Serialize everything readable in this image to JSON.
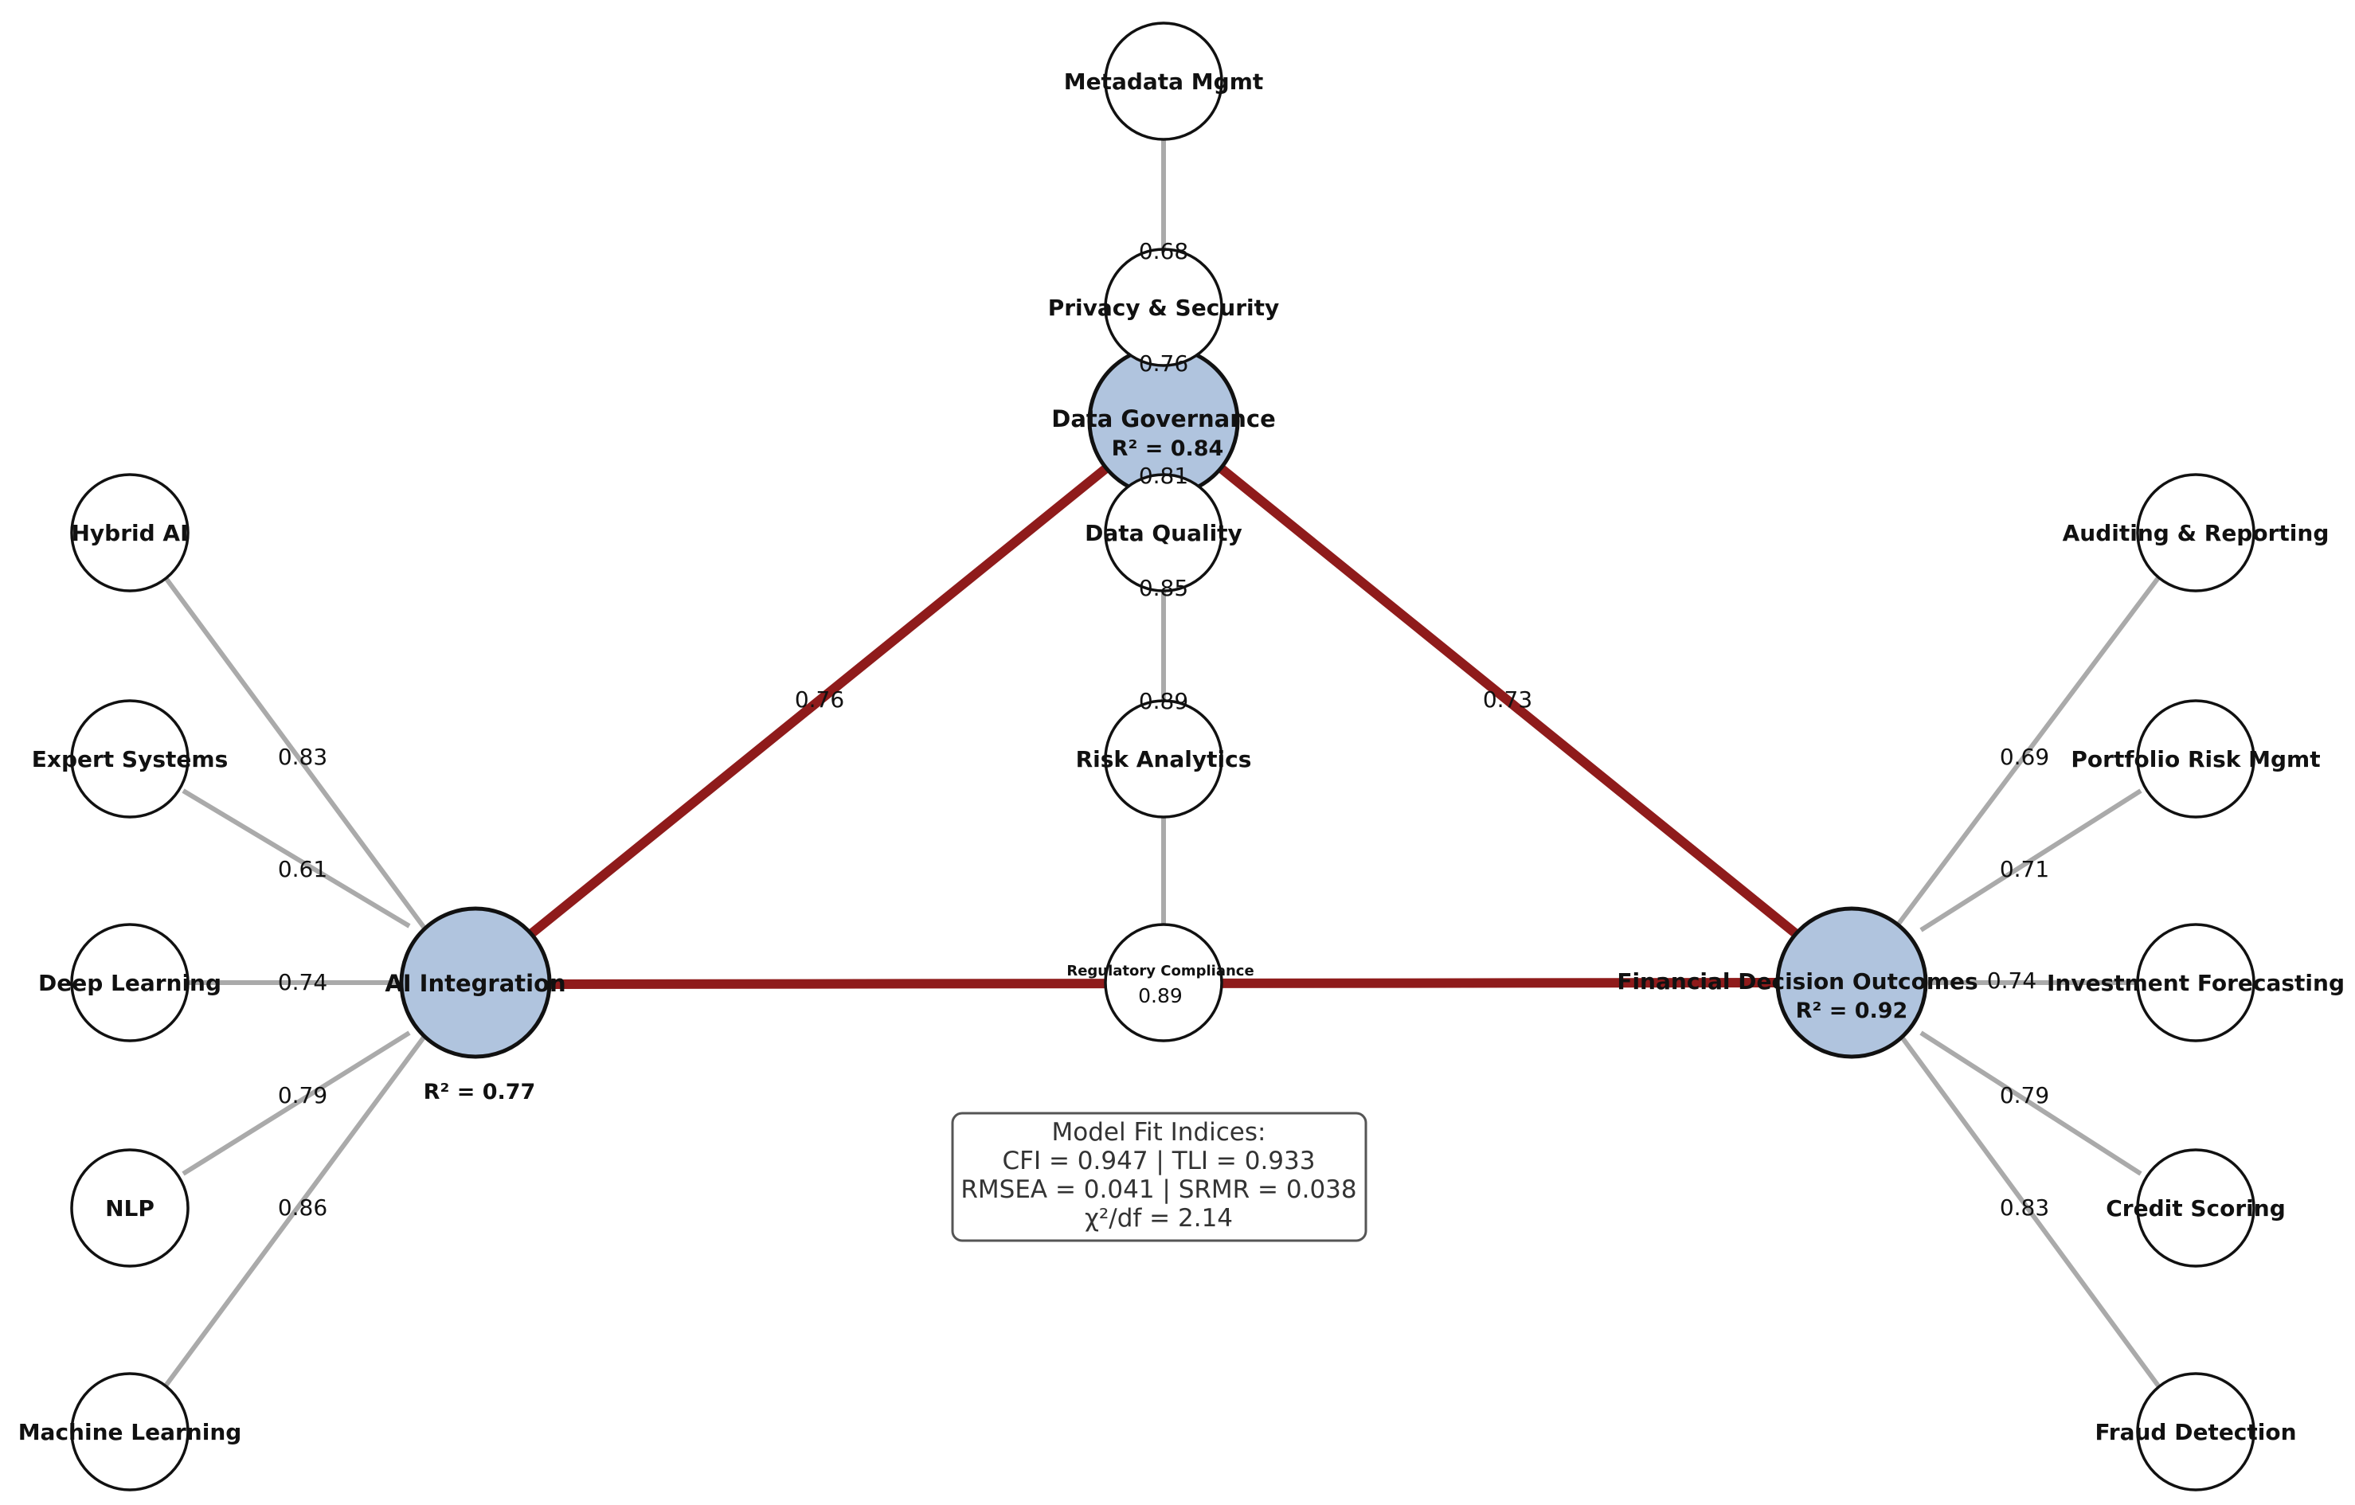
{
  "colors": {
    "structural_path": "#8f1b1b",
    "loading_line": "#aaaaaa",
    "latent_fill": "#b0c4de",
    "indicator_fill": "#ffffff",
    "outline": "#111111"
  },
  "latent": {
    "ai": {
      "name": "AI Integration",
      "r2": "R² = 0.77"
    },
    "dg": {
      "name": "Data Governance",
      "r2": "R² = 0.84"
    },
    "fdo": {
      "name": "Financial Decision Outcomes",
      "r2": "R² = 0.92"
    }
  },
  "paths": {
    "ai_dg": "0.76",
    "dg_fdo": "0.73"
  },
  "indicators": {
    "ai": [
      {
        "name": "Hybrid AI",
        "loading": "0.83"
      },
      {
        "name": "Expert Systems",
        "loading": "0.61"
      },
      {
        "name": "Deep Learning",
        "loading": "0.74"
      },
      {
        "name": "NLP",
        "loading": "0.79"
      },
      {
        "name": "Machine Learning",
        "loading": "0.86"
      }
    ],
    "dg": [
      {
        "name": "Metadata Mgmt",
        "loading": "0.68"
      },
      {
        "name": "Privacy & Security",
        "loading": "0.76"
      },
      {
        "name": "Data Quality",
        "loading": "0.81"
      },
      {
        "name": "Risk Analytics",
        "loading": "0.85"
      },
      {
        "name": "Regulatory Compliance",
        "loading": "0.89"
      }
    ],
    "fdo": [
      {
        "name": "Auditing & Reporting",
        "loading": "0.69"
      },
      {
        "name": "Portfolio Risk Mgmt",
        "loading": "0.71"
      },
      {
        "name": "Investment Forecasting",
        "loading": "0.74"
      },
      {
        "name": "Credit Scoring",
        "loading": "0.79"
      },
      {
        "name": "Fraud Detection",
        "loading": "0.83"
      }
    ]
  },
  "fit": {
    "title": "Model Fit Indices:",
    "line1": "CFI = 0.947 | TLI = 0.933",
    "line2": "RMSEA = 0.041 | SRMR = 0.038",
    "line3": "χ²/df = 2.14"
  }
}
